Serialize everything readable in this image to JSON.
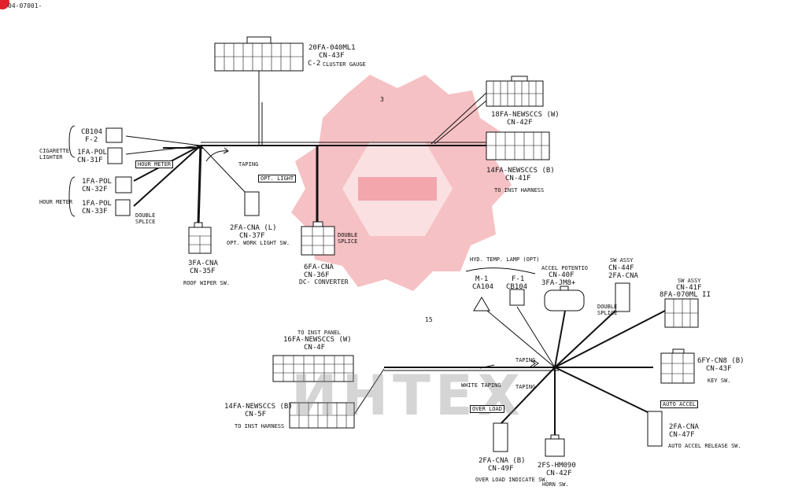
{
  "document": {
    "id": "04-07001-",
    "watermark": "ИНТЕХ",
    "accent_color": "#e0202a"
  },
  "wires": {
    "w3": "3",
    "w15": "15"
  },
  "notes": {
    "taping": "TAPING",
    "taping2": "TAPING",
    "taping3": "TAPING",
    "white_taping": "WHITE TAPING",
    "double_splice1": "DOUBLE\nSPLICE",
    "double_splice2": "DOUBLE\nSPLICE",
    "double_splice3": "DOUBLE\nSPLICE"
  },
  "connectors": {
    "cn43f_top": {
      "name": "20FA-040ML1",
      "cn": "CN-43F",
      "sub": "C-2",
      "desc": "CLUSTER GAUGE"
    },
    "cn42f": {
      "name": "18FA-NEWSCCS (W)",
      "cn": "CN-42F"
    },
    "cn41f_top": {
      "name": "14FA-NEWSCCS (B)",
      "cn": "CN-41F",
      "desc": "TO INST HARNESS"
    },
    "cb104_top": {
      "name": "CB104",
      "cn": "F-2"
    },
    "cig": {
      "title": "CIGARETTE\nLIGHTER",
      "name": "1FA-POL",
      "cn": "CN-31F"
    },
    "hour_meter_label": "HOUR METER",
    "hour_meter_tag": "HOUR METER",
    "cn32f": {
      "name": "1FA-POL",
      "cn": "CN-32F"
    },
    "cn33f": {
      "name": "1FA-POL",
      "cn": "CN-33F"
    },
    "cn35f": {
      "name": "3FA-CNA",
      "cn": "CN-35F",
      "desc": "ROOF WIPER SW."
    },
    "cn37f": {
      "tag": "OPT. LIGHT",
      "name": "2FA-CNA (L)",
      "cn": "CN-37F",
      "desc": "OPT. WORK LIGHT SW."
    },
    "cn36f": {
      "name": "6FA-CNA",
      "cn": "CN-36F",
      "desc": "DC- CONVERTER"
    },
    "hyd_temp": "HYD. TEMP. LAMP (OPT)",
    "ca104": {
      "name": "M-1",
      "cn": "CA104"
    },
    "cb104_b": {
      "name": "F-1",
      "cn": "CB104"
    },
    "cn40f": {
      "desc": "ACCEL POTENTIO",
      "cn": "CN-40F",
      "name": "3FA-JM8+"
    },
    "cn44f": {
      "desc": "SW ASSY",
      "cn": "CN-44F",
      "name": "2FA-CNA"
    },
    "cn41f_right": {
      "desc": "SW ASSY",
      "cn": "CN-41F",
      "name": "8FA-070ML II"
    },
    "cn43f_right": {
      "name": "6FY-CN8 (B)",
      "cn": "CN-43F",
      "desc": "KEY SW."
    },
    "cn4f": {
      "desc": "TO INST PANEL",
      "name": "16FA-NEWSCCS (W)",
      "cn": "CN-4F"
    },
    "cn5f": {
      "name": "14FA-NEWSCCS (B)",
      "cn": "CN-5F",
      "desc": "TO INST HARNESS"
    },
    "cn49f": {
      "tag": "OVER LOAD",
      "name": "2FA-CNA (B)",
      "cn": "CN-49F",
      "desc": "OVER LOAD INDICATE SW."
    },
    "cn42f_horn": {
      "name": "2FS-HM090",
      "cn": "CN-42F",
      "desc": "HORN SW."
    },
    "cn47f": {
      "tag": "AUTO ACCEL",
      "name": "2FA-CNA",
      "cn": "CN-47F",
      "desc": "AUTO ACCEL RELEASE SW."
    }
  }
}
